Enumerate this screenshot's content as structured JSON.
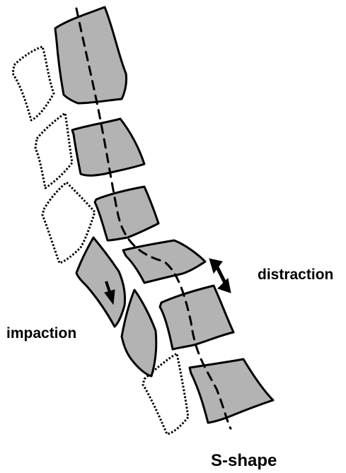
{
  "labels": {
    "distraction": "distraction",
    "impaction": "impaction",
    "caption": "S-shape"
  },
  "colors": {
    "bone_fill": "#b3b3b3",
    "outline": "#000000",
    "background": "#ffffff"
  }
}
